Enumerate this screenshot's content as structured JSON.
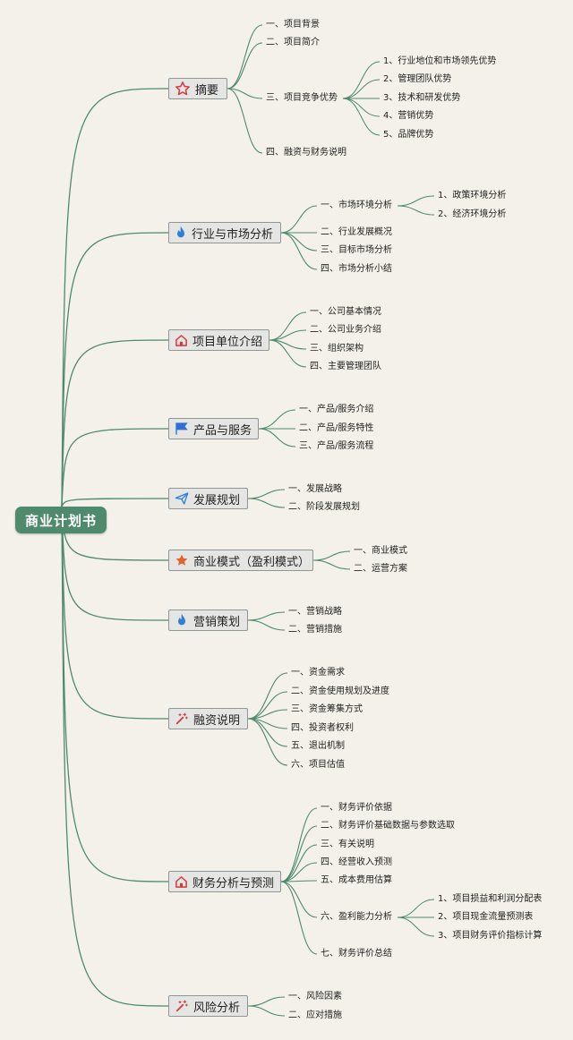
{
  "root": {
    "label": "商业计划书"
  },
  "branches": [
    {
      "label": "摘要",
      "icon": "star-outline-icon",
      "color": "#d8383b",
      "children": [
        {
          "label": "一、项目背景"
        },
        {
          "label": "二、项目简介"
        },
        {
          "label": "三、项目竞争优势",
          "children": [
            {
              "label": "1、行业地位和市场领先优势"
            },
            {
              "label": "2、管理团队优势"
            },
            {
              "label": "3、技术和研发优势"
            },
            {
              "label": "4、营销优势"
            },
            {
              "label": "5、品牌优势"
            }
          ]
        },
        {
          "label": "四、融资与财务说明"
        }
      ]
    },
    {
      "label": "行业与市场分析",
      "icon": "flame-icon",
      "color": "#2f7fd6",
      "children": [
        {
          "label": "一、市场环境分析",
          "children": [
            {
              "label": "1、政策环境分析"
            },
            {
              "label": "2、经济环境分析"
            }
          ]
        },
        {
          "label": "二、行业发展概况"
        },
        {
          "label": "三、目标市场分析"
        },
        {
          "label": "四、市场分析小结"
        }
      ]
    },
    {
      "label": "项目单位介绍",
      "icon": "home-icon",
      "color": "#d8383b",
      "children": [
        {
          "label": "一、公司基本情况"
        },
        {
          "label": "二、公司业务介绍"
        },
        {
          "label": "三、组织架构"
        },
        {
          "label": "四、主要管理团队"
        }
      ]
    },
    {
      "label": "产品与服务",
      "icon": "flag-icon",
      "color": "#2f6fd6",
      "children": [
        {
          "label": "一、产品/服务介绍"
        },
        {
          "label": "二、产品/服务特性"
        },
        {
          "label": "三、产品/服务流程"
        }
      ]
    },
    {
      "label": "发展规划",
      "icon": "paper-plane-icon",
      "color": "#2f7fd6",
      "children": [
        {
          "label": "一、发展战略"
        },
        {
          "label": "二、阶段发展规划"
        }
      ]
    },
    {
      "label": "商业模式（盈利模式）",
      "icon": "star-filled-icon",
      "color": "#e2642a",
      "children": [
        {
          "label": "一、商业模式"
        },
        {
          "label": "二、运营方案"
        }
      ]
    },
    {
      "label": "营销策划",
      "icon": "flame-icon",
      "color": "#2f7fd6",
      "children": [
        {
          "label": "一、营销战略"
        },
        {
          "label": "二、营销措施"
        }
      ]
    },
    {
      "label": "融资说明",
      "icon": "magic-wand-icon",
      "color": "#d8383b",
      "children": [
        {
          "label": "一、资金需求"
        },
        {
          "label": "二、资金使用规划及进度"
        },
        {
          "label": "三、资金筹集方式"
        },
        {
          "label": "四、投资者权利"
        },
        {
          "label": "五、退出机制"
        },
        {
          "label": "六、项目估值"
        }
      ]
    },
    {
      "label": "财务分析与预测",
      "icon": "home-icon",
      "color": "#d8383b",
      "children": [
        {
          "label": "一、财务评价依据"
        },
        {
          "label": "二、财务评价基础数据与参数选取"
        },
        {
          "label": "三、有关说明"
        },
        {
          "label": "四、经营收入预测"
        },
        {
          "label": "五、成本费用估算"
        },
        {
          "label": "六、盈利能力分析",
          "children": [
            {
              "label": "1、项目损益和利润分配表"
            },
            {
              "label": "2、项目现金流量预测表"
            },
            {
              "label": "3、项目财务评价指标计算"
            }
          ]
        },
        {
          "label": "七、财务评价总结"
        }
      ]
    },
    {
      "label": "风险分析",
      "icon": "magic-wand-icon",
      "color": "#d8383b",
      "children": [
        {
          "label": "一、风险因素"
        },
        {
          "label": "二、应对措施"
        }
      ]
    }
  ],
  "line_color": "#4f8a6c"
}
